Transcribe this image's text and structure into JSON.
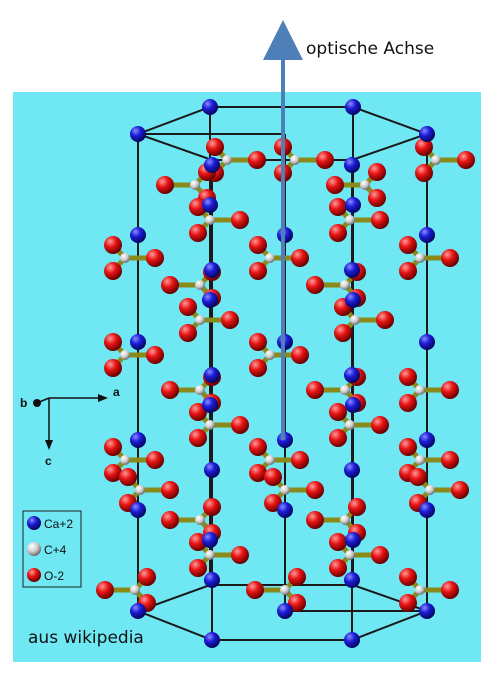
{
  "optic_axis_label": "optische Achse",
  "credit": "aus wikipedia",
  "axes": {
    "a": "a",
    "b": "b",
    "c": "c"
  },
  "legend": [
    {
      "label": "Ca+2",
      "color": "#1818c8"
    },
    {
      "label": "C+4",
      "color": "#d8d8d8"
    },
    {
      "label": "O-2",
      "color": "#e01010"
    }
  ],
  "colors": {
    "background": "#6fe8f4",
    "bond": "#8a8a1a",
    "frame": "#1a1a1a",
    "arrow": "#4f7fb8"
  }
}
